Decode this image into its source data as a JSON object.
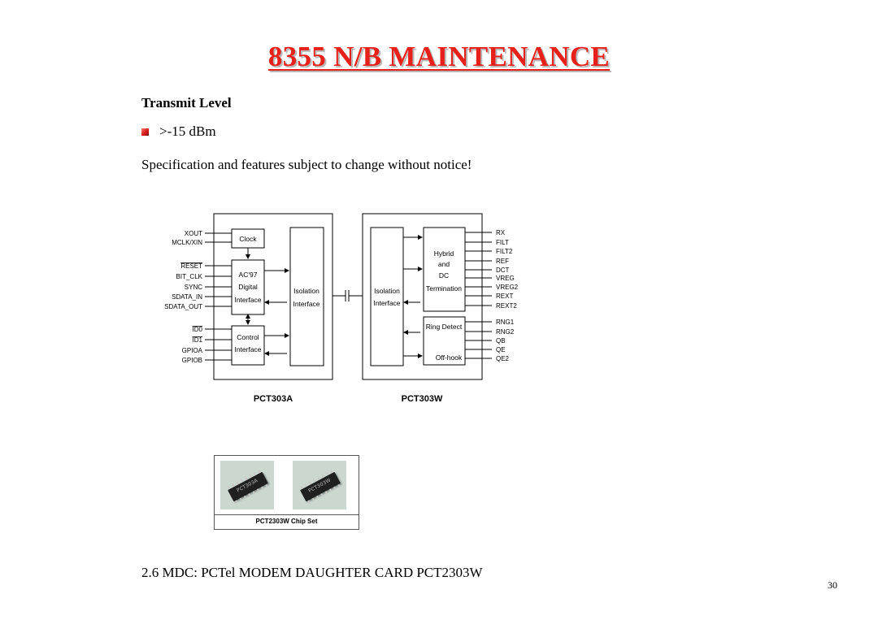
{
  "page": {
    "title": "8355 N/B MAINTENANCE",
    "heading": "Transmit Level",
    "bullet": ">-15 dBm",
    "notice": "Specification and features subject to change without notice!",
    "section": "2.6  MDC: PCTel MODEM DAUGHTER CARD PCT2303W",
    "page_number": "30",
    "accent_color": "#e8201a"
  },
  "diagram": {
    "left_pins": [
      "XOUT",
      "MCLK/XIN",
      "RESET",
      "BIT_CLK",
      "SYNC",
      "SDATA_IN",
      "SDATA_OUT",
      "ID0",
      "ID1",
      "GPIOA",
      "GPIOB"
    ],
    "right_pins": [
      "RX",
      "FILT",
      "FILT2",
      "REF",
      "DCT",
      "VREG",
      "VREG2",
      "REXT",
      "REXT2",
      "RNG1",
      "RNG2",
      "QB",
      "QE",
      "QE2"
    ],
    "blocks": {
      "clock": "Clock",
      "ac97": [
        "AC'97",
        "Digital",
        "Interface"
      ],
      "control": [
        "Control",
        "Interface"
      ],
      "isolation_a": [
        "Isolation",
        "Interface"
      ],
      "isolation_w": [
        "Isolation",
        "Interface"
      ],
      "hybrid": [
        "Hybrid",
        "and",
        "DC",
        "Termination"
      ],
      "ring_detect": "Ring Detect",
      "off_hook": "Off-hook"
    },
    "chip_labels": [
      "PCT303A",
      "PCT303W"
    ]
  },
  "photo": {
    "caption": "PCT2303W Chip Set",
    "chip_marks": [
      "PCT303A",
      "PCT303W"
    ]
  }
}
